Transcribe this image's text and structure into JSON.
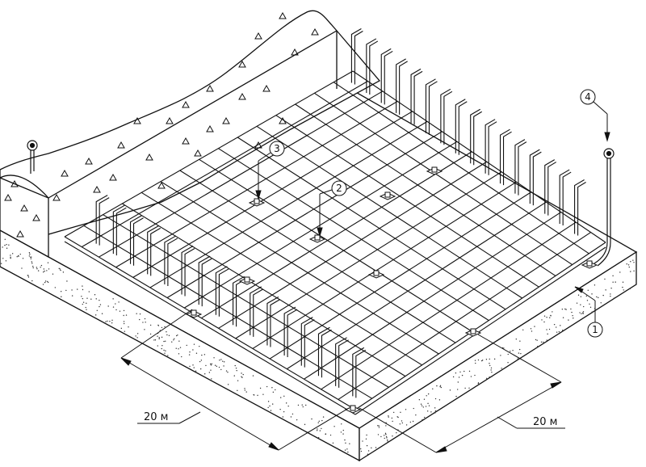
{
  "callouts": [
    {
      "id": "1",
      "label": "1"
    },
    {
      "id": "2",
      "label": "2"
    },
    {
      "id": "3",
      "label": "3"
    },
    {
      "id": "4",
      "label": "4"
    }
  ],
  "dimensions": {
    "left": "20 м",
    "right": "20 м"
  },
  "colors": {
    "line": "#111111",
    "background": "#ffffff"
  }
}
